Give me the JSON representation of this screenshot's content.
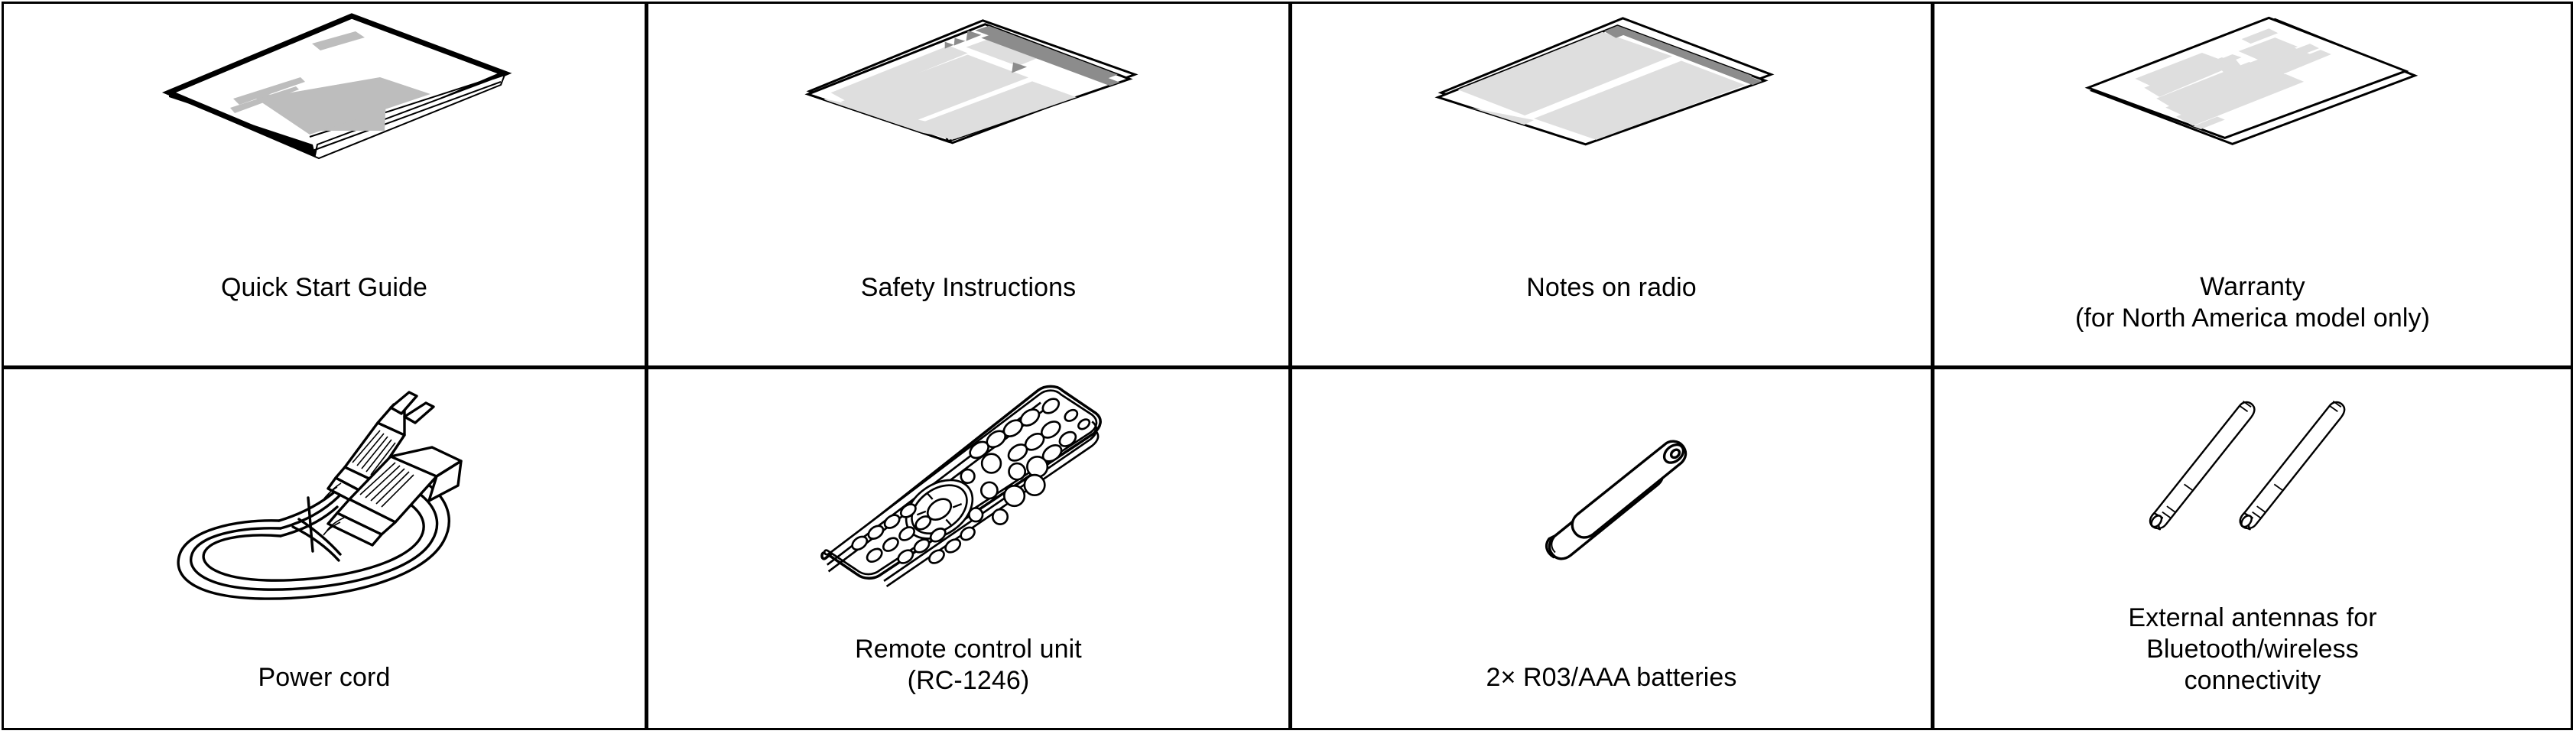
{
  "document": {
    "type": "accessories-contents-grid",
    "rows": 2,
    "columns": 4,
    "background_color": "#ffffff",
    "line_color": "#000000",
    "shade_color": "#d5d5d5"
  },
  "items": [
    {
      "id": "quick-start-guide",
      "icon": "booklet-icon",
      "caption_line1": "Quick Start Guide",
      "caption_line2": ""
    },
    {
      "id": "safety-instructions",
      "icon": "stacked-sheets-icon",
      "caption_line1": "Safety Instructions",
      "caption_line2": ""
    },
    {
      "id": "notes-on-radio",
      "icon": "stacked-sheets-icon",
      "caption_line1": "Notes on radio",
      "caption_line2": ""
    },
    {
      "id": "warranty",
      "icon": "warranty-sheets-icon",
      "caption_line1": "Warranty",
      "caption_line2": "(for North America model only)"
    },
    {
      "id": "power-cord",
      "icon": "power-cord-icon",
      "caption_line1": "Power cord",
      "caption_line2": ""
    },
    {
      "id": "remote-control-unit",
      "icon": "remote-control-icon",
      "caption_line1": "Remote control unit",
      "caption_line2": "(RC-1246)"
    },
    {
      "id": "aaa-batteries",
      "icon": "batteries-icon",
      "caption_line1": "2× R03/AAA batteries",
      "caption_line2": ""
    },
    {
      "id": "external-antennas",
      "icon": "antennas-icon",
      "caption_line1": "External antennas for",
      "caption_line2": "Bluetooth/wireless\nconnectivity"
    }
  ]
}
